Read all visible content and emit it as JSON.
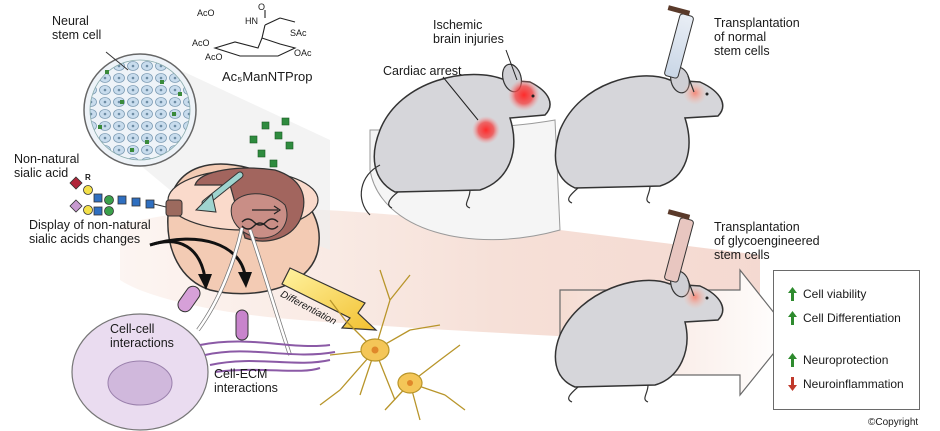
{
  "labels": {
    "neural_stem_cell": "Neural\nstem cell",
    "compound": "Ac₅ManNTProp",
    "compound_groups": [
      "AcO",
      "AcO",
      "AcO",
      "HN",
      "O",
      "SAc",
      "OAc"
    ],
    "non_natural_sialic_acid": "Non-natural\nsialic acid",
    "sialic_r": "R",
    "display_changes": "Display of non-natural\nsialic acids changes",
    "cell_cell": "Cell-cell\ninteractions",
    "cell_ecm": "Cell-ECM\ninteractions",
    "differentiation": "Differentiation",
    "ischemic": "Ischemic\nbrain injuries",
    "cardiac_arrest": "Cardiac arrest",
    "transplant_normal": "Transplantation\nof normal\nstem cells",
    "transplant_glyco": "Transplantation\nof glycoengineered\nstem cells",
    "copyright": "©Copyright"
  },
  "legend": [
    {
      "direction": "up",
      "text": "Cell viability",
      "color": "#2e8b2e"
    },
    {
      "direction": "up",
      "text": "Cell Differentiation",
      "color": "#2e8b2e"
    },
    {
      "direction": "up",
      "text": "Neuroprotection",
      "color": "#2e8b2e"
    },
    {
      "direction": "down",
      "text": "Neuroinflammation",
      "color": "#c0392b"
    }
  ],
  "colors": {
    "mouse_body": "#d5d5d9",
    "injury": "#e8323a",
    "cell_blue": "#bcd6e8",
    "sugar_green": "#2e8b3e",
    "flow_band": "#f4dcd2",
    "neuron": "#f0c24a",
    "nucleus": "#c88a80"
  }
}
